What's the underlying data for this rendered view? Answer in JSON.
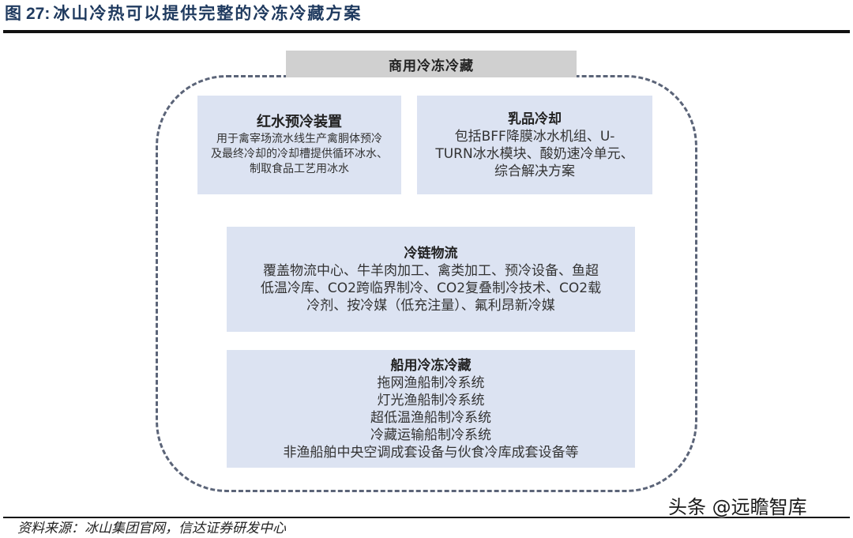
{
  "figure": {
    "label": "图",
    "number": "27:",
    "title": "冰山冷热可以提供完整的冷冻冷藏方案"
  },
  "diagram": {
    "group_header": "商用冷冻冷藏",
    "boxes": [
      {
        "title": "红水预冷装置",
        "lines": [
          "用于禽宰场流水线生产禽胴体预冷",
          "及最终冷却的冷却槽提供循环冰水、",
          "制取食品工艺用冰水"
        ]
      },
      {
        "title": "乳品冷却",
        "lines": [
          "包括BFF降膜冰水机组、U-",
          "TURN冰水模块、酸奶速冷单元、",
          "综合解决方案"
        ]
      },
      {
        "title": "冷链物流",
        "lines": [
          "覆盖物流中心、牛羊肉加工、禽类加工、预冷设备、鱼超",
          "低温冷库、CO2跨临界制冷、CO2复叠制冷技术、CO2载",
          "冷剂、按冷媒（低充注量）、氟利昂新冷媒"
        ]
      },
      {
        "title": "船用冷冻冷藏",
        "lines": [
          "拖网渔船制冷系统",
          "灯光渔船制冷系统",
          "超低温渔船制冷系统",
          "冷藏运输船制冷系统",
          "非渔船舶中央空调成套设备与伙食冷库成套设备等"
        ]
      }
    ]
  },
  "footer": {
    "source": "资料来源：冰山集团官网，信达证券研发中心",
    "watermark": "头条 @远瞻智库"
  },
  "colors": {
    "title": "#1f3a5f",
    "box_fill": "#dce3f2",
    "header_fill": "#d0d0d0",
    "dash": "#5b6478"
  }
}
